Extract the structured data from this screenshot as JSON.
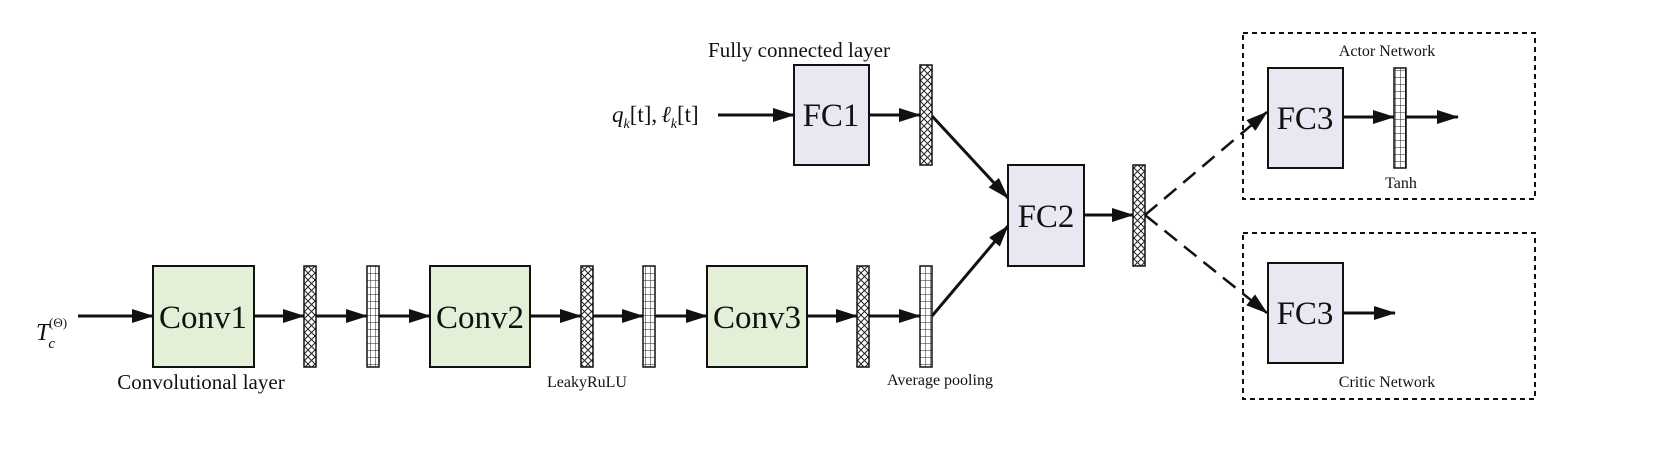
{
  "inputs": {
    "thermal": {
      "base": "T",
      "sub": "c",
      "sup": "(Θ)"
    },
    "queue": {
      "q": "q",
      "qk": "k",
      "t1": "[t],",
      "l": "ℓ",
      "lk": "k",
      "t2": "[t]"
    }
  },
  "boxes": {
    "conv1": "Conv1",
    "conv2": "Conv2",
    "conv3": "Conv3",
    "fc1": "FC1",
    "fc2": "FC2",
    "fc3_actor": "FC3",
    "fc3_critic": "FC3"
  },
  "captions": {
    "conv_layer": "Convolutional layer",
    "fc_layer": "Fully connected layer",
    "leaky": "LeakyRuLU",
    "avg_pool": "Average pooling",
    "actor": "Actor Network",
    "critic": "Critic Network",
    "tanh": "Tanh"
  },
  "colors": {
    "conv_fill": "#e4efd7",
    "fc_fill": "#e9e7f1",
    "stroke": "#111111"
  }
}
